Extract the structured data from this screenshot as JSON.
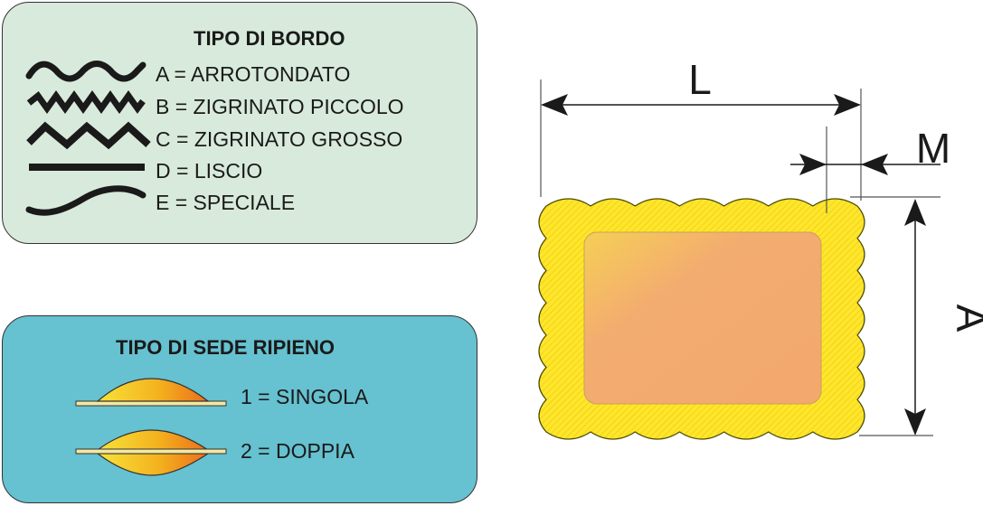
{
  "bordo": {
    "title": "TIPO DI BORDO",
    "items": [
      {
        "label": "A = ARROTONDATO",
        "icon": "rounded-wave-icon"
      },
      {
        "label": "B = ZIGRINATO PICCOLO",
        "icon": "small-zigzag-icon"
      },
      {
        "label": "C = ZIGRINATO GROSSO",
        "icon": "large-zigzag-icon"
      },
      {
        "label": "D = LISCIO",
        "icon": "straight-line-icon"
      },
      {
        "label": "E = SPECIALE",
        "icon": "special-curve-icon"
      }
    ]
  },
  "sede": {
    "title": "TIPO DI SEDE RIPIENO",
    "items": [
      {
        "label": "1 = SINGOLA",
        "icon": "single-filling-icon"
      },
      {
        "label": "2 = DOPPIA",
        "icon": "double-filling-icon"
      }
    ]
  },
  "dimensions": {
    "length": "L",
    "margin": "M",
    "height": "A"
  },
  "colors": {
    "bordo_panel": "#d8eadb",
    "sede_panel": "#66c1d0",
    "pasta_yellow": "#ffe62a",
    "filling_orange": "#f3a86e"
  }
}
